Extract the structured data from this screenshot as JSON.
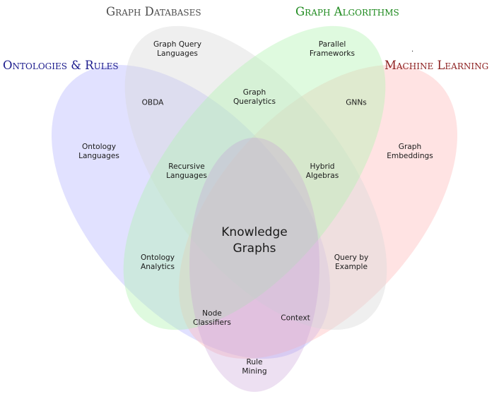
{
  "sets": [
    {
      "id": "ontologies",
      "title": "Ontologies & Rules",
      "color": "#1a1a8c",
      "fill": "#b8b8ff"
    },
    {
      "id": "graphdb",
      "title": "Graph Databases",
      "color": "#4d4d4d",
      "fill": "#d9d9d9"
    },
    {
      "id": "algorithms",
      "title": "Graph Algorithms",
      "color": "#1e8a1e",
      "fill": "#b3f2b3"
    },
    {
      "id": "ml",
      "title": "Machine Learning",
      "color": "#8c1f1f",
      "fill": "#ffbdbd"
    },
    {
      "id": "bottom",
      "title": "",
      "color": "#8c3a8c",
      "fill": "#c8a0d8"
    }
  ],
  "regions": {
    "graph_query_languages": [
      "Graph Query",
      "Languages"
    ],
    "parallel_frameworks": [
      "Parallel",
      "Frameworks"
    ],
    "obda": [
      "OBDA"
    ],
    "graph_queralytics": [
      "Graph",
      "Queralytics"
    ],
    "gnns": [
      "GNNs"
    ],
    "ontology_languages": [
      "Ontology",
      "Languages"
    ],
    "graph_embeddings": [
      "Graph",
      "Embeddings"
    ],
    "recursive_languages": [
      "Recursive",
      "Languages"
    ],
    "hybrid_algebras": [
      "Hybrid",
      "Algebras"
    ],
    "knowledge_graphs": [
      "Knowledge",
      "Graphs"
    ],
    "ontology_analytics": [
      "Ontology",
      "Analytics"
    ],
    "query_by_example": [
      "Query by",
      "Example"
    ],
    "node_classifiers": [
      "Node",
      "Classifiers"
    ],
    "context": [
      "Context"
    ],
    "rule_mining": [
      "Rule",
      "Mining"
    ]
  },
  "stray_mark": "."
}
